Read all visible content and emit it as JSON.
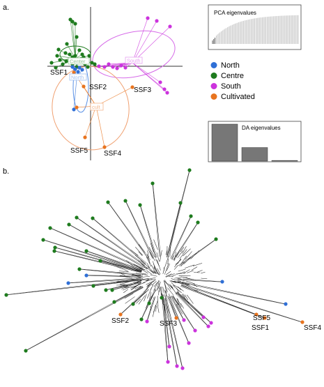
{
  "figure": {
    "panel_a_label": "a.",
    "panel_b_label": "b."
  },
  "scatter": {
    "cluster_labels": {
      "centre": "Center",
      "north": "North",
      "south": "South",
      "cult": "cult"
    },
    "sample_labels": {
      "ssf1": "SSF1",
      "ssf2": "SSF2",
      "ssf3": "SSF3",
      "ssf4": "SSF4",
      "ssf5": "SSF5"
    }
  },
  "legend": {
    "items": [
      {
        "label": "North",
        "color": "#2f6fd6"
      },
      {
        "label": "Centre",
        "color": "#1e7b1e"
      },
      {
        "label": "South",
        "color": "#cc33dd"
      },
      {
        "label": "Cultivated",
        "color": "#e8741f"
      }
    ]
  },
  "pca_inset": {
    "title": "PCA eigenvalues"
  },
  "da_inset": {
    "title": "DA eigenvalues",
    "values": [
      3.0,
      1.1,
      0.05
    ]
  },
  "network": {
    "labels": {
      "ssf1": "SSF1",
      "ssf2": "SSF2",
      "ssf3": "SSF3",
      "ssf4": "SSF4",
      "ssf5": "SSF5"
    }
  },
  "colors": {
    "north": "#2f6fd6",
    "centre": "#1e7b1e",
    "south": "#cc33dd",
    "cultivated": "#e8741f",
    "south_ellipse": "#d66ae8",
    "cult_ellipse": "#f0a070",
    "line": "#222222"
  }
}
